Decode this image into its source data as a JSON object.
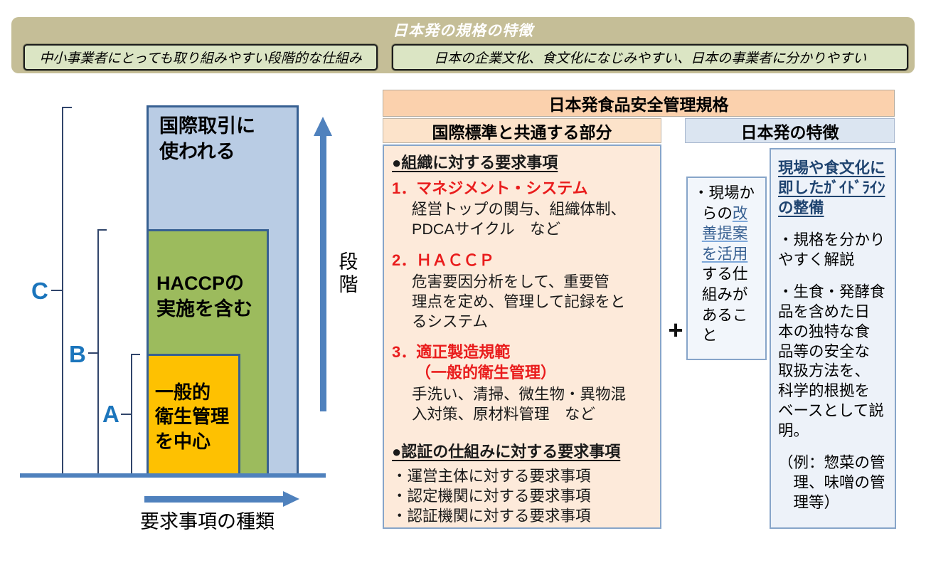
{
  "banner": {
    "title": "日本発の規格の特徴",
    "left_feature": "中小事業者にとっても取り組みやすい段階的な仕組み",
    "right_feature": "日本の企業文化、食文化になじみやすい、日本の事業者に分かりやすい"
  },
  "pyramid": {
    "levels": [
      {
        "id": "international",
        "label": "国際取引に使われる",
        "display": "国際取引に\n使われる",
        "color": "#b9cce4",
        "bracket": "C"
      },
      {
        "id": "haccp",
        "label": "HACCPの実施を含む",
        "display": "HACCPの\n実施を含む",
        "color": "#9cbb5d",
        "bracket": "B"
      },
      {
        "id": "hygiene",
        "label": "一般的衛生管理を中心",
        "display": "一般的\n衛生管理\nを中心",
        "color": "#fec101",
        "bracket": "A"
      }
    ],
    "bracket_labels": [
      "C",
      "B",
      "A"
    ],
    "y_axis_label": "段階",
    "x_axis_label": "要求事項の種類"
  },
  "table": {
    "title": "日本発食品安全管理規格",
    "common_header": "国際標準と共通する部分",
    "japan_header": "日本発の特徴",
    "plus_sign": "+",
    "common_items": [
      {
        "style": "heading",
        "text": "●組織に対する要求事項"
      },
      {
        "style": "red-title",
        "text": "1．マネジメント・システム"
      },
      {
        "style": "detail",
        "text": "経営トップの関与、組織体制、\nPDCAサイクル　など"
      },
      {
        "style": "red-title",
        "text": "2．ＨＡＣＣＰ"
      },
      {
        "style": "detail",
        "text": "危害要因分析をして、重要管\n理点を定め、管理して記録をと\nるシステム"
      },
      {
        "style": "red-title",
        "text": "3．適正製造規範\n　　（一般的衛生管理）"
      },
      {
        "style": "detail",
        "text": "手洗い、清掃、微生物・異物混\n入対策、原材料管理　など"
      },
      {
        "style": "heading cert",
        "text": "●認証の仕組みに対する要求事項"
      },
      {
        "style": "bullet",
        "text": "・運営主体に対する要求事項"
      },
      {
        "style": "bullet",
        "text": "・認定機関に対する要求事項"
      },
      {
        "style": "bullet",
        "text": "・認証機関に対する要求事項"
      }
    ],
    "field_box": {
      "full_text": "・現場からの改善提案を活用する仕組みがあること",
      "segments": [
        {
          "text": "・現場か\nらの"
        },
        {
          "style": "link",
          "name": "improvement-proposal-link",
          "interactable": true,
          "text": "改\n善提案\nを活用"
        },
        {
          "text": "する仕\n組みが\nあるこ\nと"
        }
      ]
    },
    "features_box": {
      "items": [
        {
          "style": "link-title",
          "name": "guideline-title-link",
          "interactable": true,
          "text": "現場や食文化に\n即したｶﾞｲﾄﾞﾗｲﾝ\nの整備"
        },
        {
          "style": "bullet",
          "text": "・規格を分かり\nやすく解説"
        },
        {
          "style": "bullet",
          "text": "・生食・発酵食\n品を含めた日\n本の独特な食\n品等の安全な\n取扱方法を、\n科学的根拠を\nベースとして説\n明。"
        },
        {
          "style": "note",
          "text": "（例：惣菜の管\n　理、味噌の管\n　理等）"
        }
      ]
    }
  },
  "colors": {
    "banner_bg": "#c5be97",
    "pill_bg": "#dbe5c4",
    "level_international": "#b9cce4",
    "level_haccp": "#9cbb5d",
    "level_hygiene": "#fec101",
    "level_border": "#376092",
    "arrow_blue": "#4f81bd",
    "bracket_line": "#31456b",
    "bracket_letter_blue": "#1b75bc",
    "table_title_bg": "#fbd1ad",
    "common_header_bg": "#fce3ca",
    "japan_header_bg": "#dbe5f1",
    "common_panel_bg": "#fdeada",
    "japan_panel_bg": "#edf2f9",
    "red_text": "#e91c1c",
    "link_blue": "#365f91",
    "title_navy": "#1f4470"
  }
}
